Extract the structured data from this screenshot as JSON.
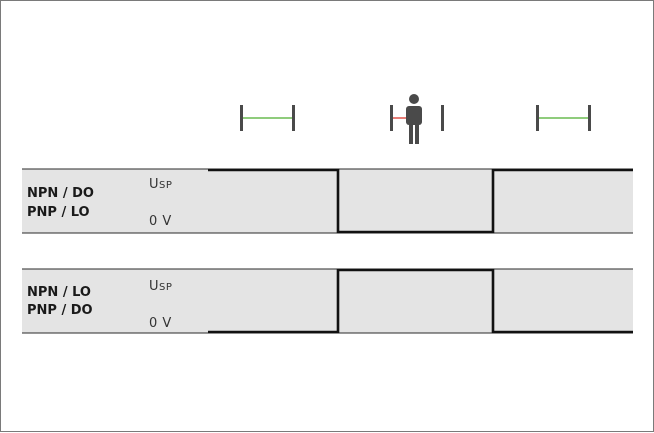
{
  "colors": {
    "band_fill": "#e4e4e4",
    "band_border": "#2a2a2a",
    "signal": "#111111",
    "beam_clear": "#4cae2f",
    "beam_blocked": "#d9261c",
    "post": "#4a4a4a",
    "person": "#4a4a4a"
  },
  "icons": {
    "beam_clear_left": "light-barrier-clear-icon",
    "beam_blocked": "light-barrier-interrupted-by-person-icon",
    "beam_clear_right": "light-barrier-clear-icon"
  },
  "rows": [
    {
      "label_line1": "NPN / DO",
      "label_line2": "PNP / LO",
      "high_label": "U",
      "high_sub": "SP",
      "low_label": "0 V",
      "states": [
        "high",
        "low",
        "high"
      ]
    },
    {
      "label_line1": "NPN / LO",
      "label_line2": "PNP / DO",
      "high_label": "U",
      "high_sub": "SP",
      "low_label": "0 V",
      "states": [
        "low",
        "high",
        "low"
      ]
    }
  ]
}
